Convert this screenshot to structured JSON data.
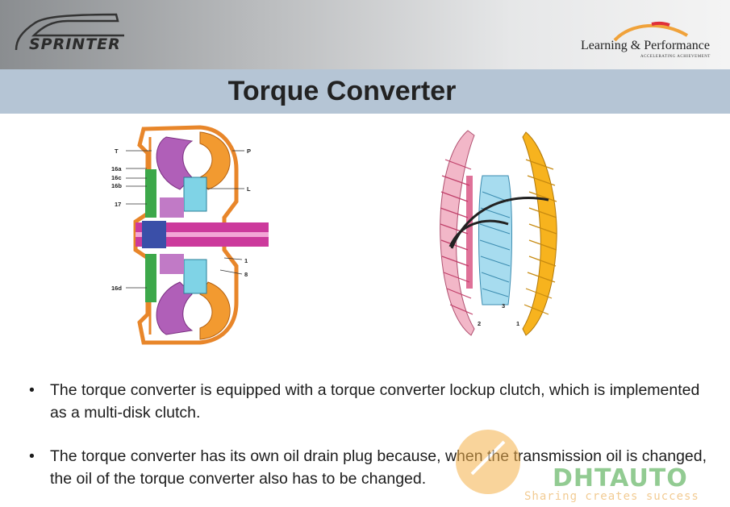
{
  "header": {
    "brand_left": "SPRINTER",
    "brand_right": "Learning & Performance",
    "brand_right_tagline": "ACCELERATING ACHIEVEMENT"
  },
  "slide": {
    "title": "Torque Converter",
    "bullets": [
      {
        "marker": "•",
        "text": "The torque converter is equipped with a torque converter lockup clutch, which is implemented as a multi-disk clutch."
      },
      {
        "marker": "•",
        "text": "The torque converter has its own oil drain plug because, when the transmission oil is changed, the oil of the torque converter also has to be changed."
      }
    ]
  },
  "diagram_left_labels": {
    "T": "T",
    "P": "P",
    "a16": "16a",
    "c16": "16c",
    "b16": "16b",
    "L": "L",
    "n17": "17",
    "n1": "1",
    "n8": "8",
    "d16": "16d"
  },
  "diagram_right_labels": {
    "n2": "2",
    "n3": "3",
    "n1": "1"
  },
  "watermark": {
    "text": "DHTAUTO",
    "tagline": "Sharing creates success"
  },
  "colors": {
    "title_band": "#b5c5d5",
    "housing_orange": "#e8862a",
    "turbine_purple": "#b05fb8",
    "pump_orange": "#f29a30",
    "stator_blue": "#7fd3e6",
    "shaft_magenta": "#cc3a9c",
    "clutch_green": "#3da84a",
    "blade_pink": "#f2b7c8",
    "blade_yellow": "#f7b31e"
  }
}
